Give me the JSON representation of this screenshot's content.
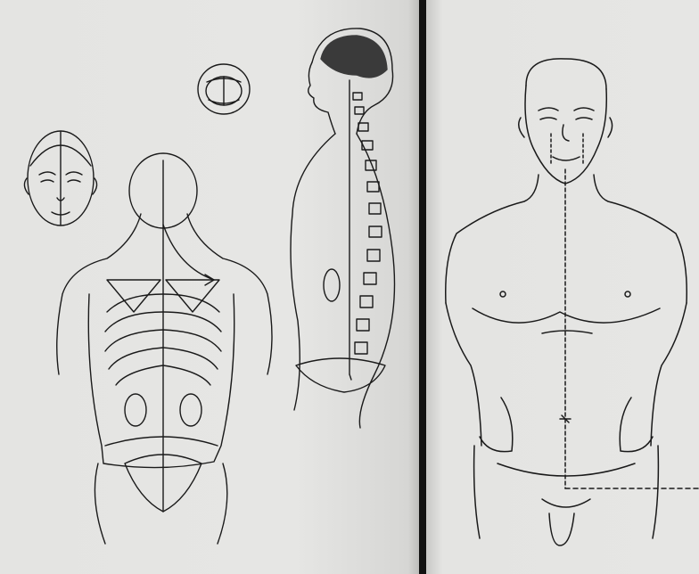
{
  "document": {
    "kind": "open book spread",
    "left_page": {
      "figures": [
        "front-head",
        "open-mouth",
        "back-torso",
        "side-profile"
      ]
    },
    "right_page": {
      "figures": [
        "front-torso"
      ]
    }
  },
  "colors": {
    "paper": "#e4e4e2",
    "ink": "#1a1a1a",
    "gutter": "#111111",
    "hair": "#3a3a3a"
  }
}
